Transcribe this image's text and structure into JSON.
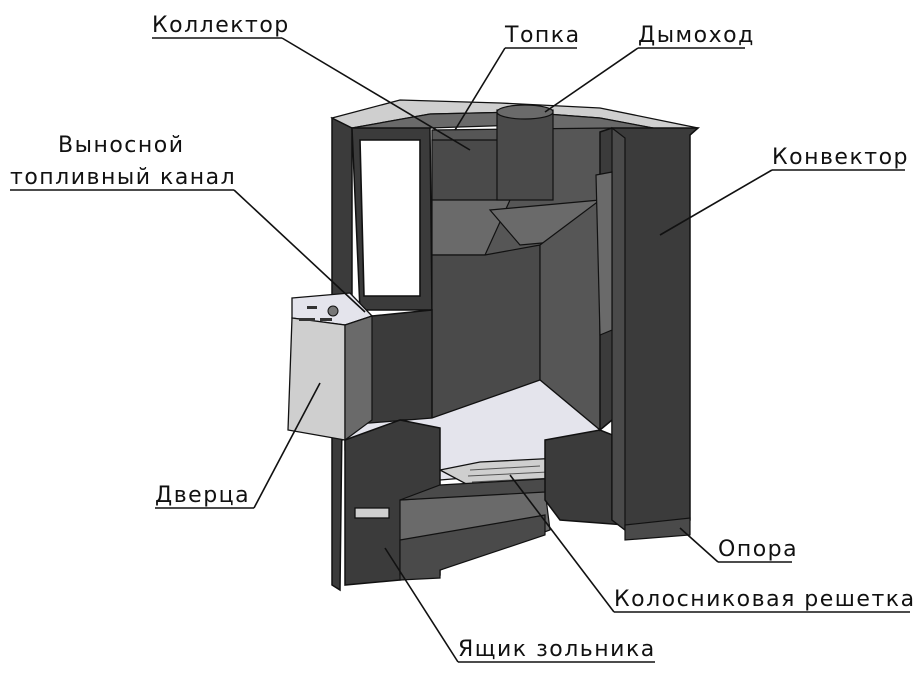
{
  "labels": {
    "collector": "Коллектор",
    "firebox": "Топка",
    "chimney": "Дымоход",
    "fuel_channel_line1": "Выносной",
    "fuel_channel_line2": "топливный канал",
    "convector": "Конвектор",
    "door": "Дверца",
    "support": "Опора",
    "grate": "Колосниковая решетка",
    "ash_box": "Ящик зольника"
  }
}
